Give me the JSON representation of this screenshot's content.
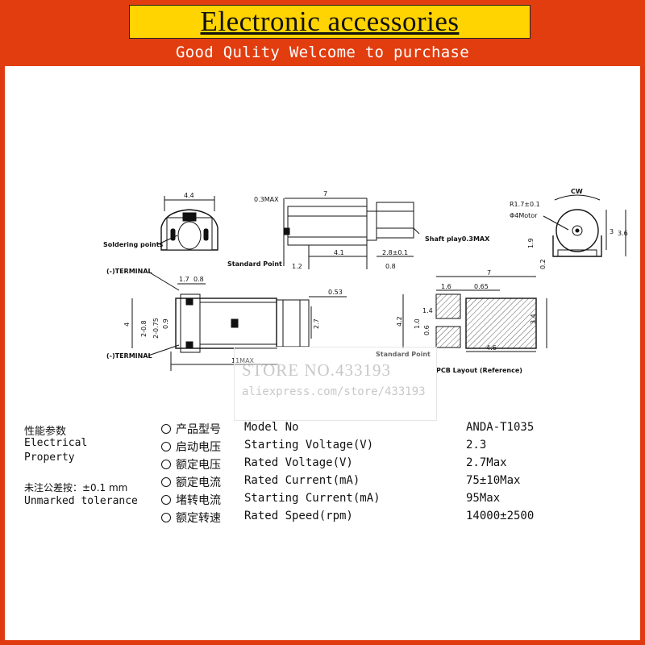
{
  "header": {
    "title": "Electronic accessories",
    "subtitle": "Good Qulity Welcome to purchase"
  },
  "drawing": {
    "top_view": {
      "width": "4.4",
      "soldering": "Soldering points"
    },
    "side_view": {
      "len7": "7",
      "max03": "0.3MAX",
      "shaft": "Shaft play0.3MAX",
      "standard": "Standard Point",
      "d12": "1.2",
      "d41": "4.1",
      "d28": "2.8±0.1",
      "d08": "0.8"
    },
    "end_view": {
      "cw": "CW",
      "r17": "R1.7±0.1",
      "motor": "Φ4Motor",
      "d3": "3",
      "d36": "3.6",
      "d19": "1.9",
      "d02": "0.2"
    },
    "bottom_view": {
      "term_neg_top": "(-)TERMINAL",
      "term_neg_bot": "(-)TERMINAL",
      "d17": "1.7",
      "d08": "0.8",
      "d4": "4",
      "d28": "2-0.8",
      "d275": "2-0.75",
      "d09": "0.9",
      "d053": "0.53",
      "d27": "2.7",
      "d11": "11MAX"
    },
    "pcb": {
      "d7": "7",
      "d16": "1.6",
      "d065": "0.65",
      "d14": "1.4",
      "d42": "4.2",
      "d10": "1.0",
      "d06": "0.6",
      "d34": "3.4",
      "d46": "4.6",
      "standard": "Standard Point",
      "layout": "PCB Layout (Reference)"
    }
  },
  "watermark": {
    "line1": "STORE NO.433193",
    "line2": "aliexpress.com/store/433193"
  },
  "specs": {
    "left": {
      "cn_title": "性能参数",
      "en_title1": "Electrical",
      "en_title2": "Property",
      "tol_cn": "未注公差按：±0.1 mm",
      "tol_en": "Unmarked tolerance"
    },
    "rows": [
      {
        "cn": "产品型号",
        "en": "Model No",
        "value": "ANDA-T1035"
      },
      {
        "cn": "启动电压",
        "en": "Starting Voltage(V)",
        "value": "2.3"
      },
      {
        "cn": "额定电压",
        "en": "Rated Voltage(V)",
        "value": "2.7Max"
      },
      {
        "cn": "额定电流",
        "en": "Rated Current(mA)",
        "value": "75±10Max"
      },
      {
        "cn": "堵转电流",
        "en": "Starting Current(mA)",
        "value": "95Max"
      },
      {
        "cn": "额定转速",
        "en": "Rated Speed(rpm)",
        "value": "14000±2500"
      }
    ]
  }
}
